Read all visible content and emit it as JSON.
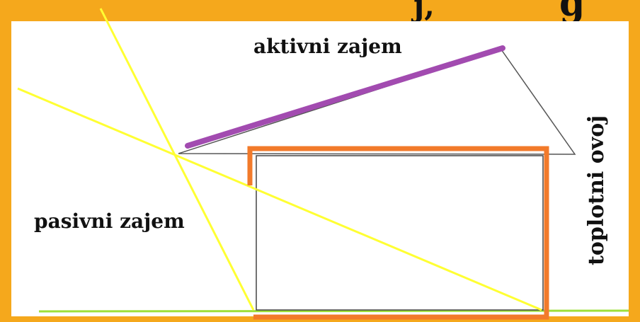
{
  "labels": {
    "active_gain": "aktivni zajem",
    "passive_gain": "pasivni zajem",
    "thermal_envelope": "toplotni ovoj"
  },
  "colors": {
    "frame": "#F5A81C",
    "solar_rays": "#FFFF33",
    "ground": "#9EE03A",
    "roof_outline": "#555555",
    "house_outline": "#444444",
    "collector": "#A24BB0",
    "envelope": "#F27A2A",
    "text": "#111111"
  },
  "top_banner_text_fragments": [
    "j,",
    "g"
  ]
}
